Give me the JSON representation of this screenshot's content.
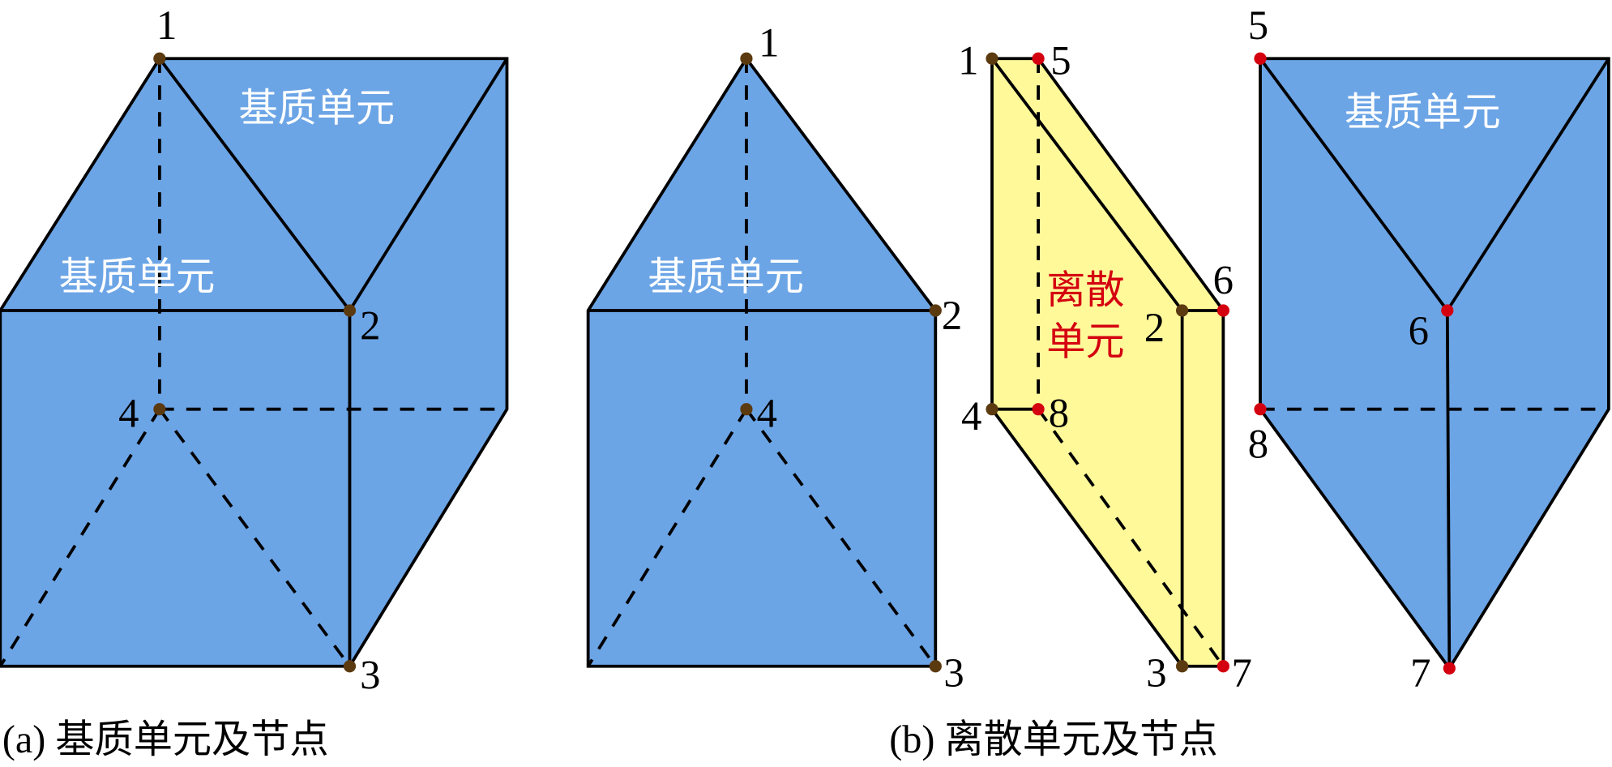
{
  "colors": {
    "matrix_fill": "#6CA5E6",
    "discrete_fill": "#FFF99A",
    "matrix_node": "#5C3A10",
    "discrete_node": "#D40010",
    "discrete_label": "#D40010",
    "matrix_label": "#FFFFFF"
  },
  "panel_a": {
    "caption": "(a) 基质单元及节点",
    "labels": [
      "基质单元",
      "基质单元"
    ],
    "nodes": [
      "1",
      "2",
      "3",
      "4"
    ]
  },
  "panel_b": {
    "caption": "(b) 离散单元及节点",
    "left_label": "基质单元",
    "left_nodes": [
      "1",
      "2",
      "3",
      "4"
    ],
    "discrete_label_line1": "离散",
    "discrete_label_line2": "单元",
    "discrete_nodes": [
      "1",
      "5",
      "2",
      "6",
      "4",
      "8",
      "3",
      "7"
    ],
    "right_label": "基质单元",
    "right_nodes": [
      "5",
      "6",
      "8",
      "7"
    ]
  }
}
